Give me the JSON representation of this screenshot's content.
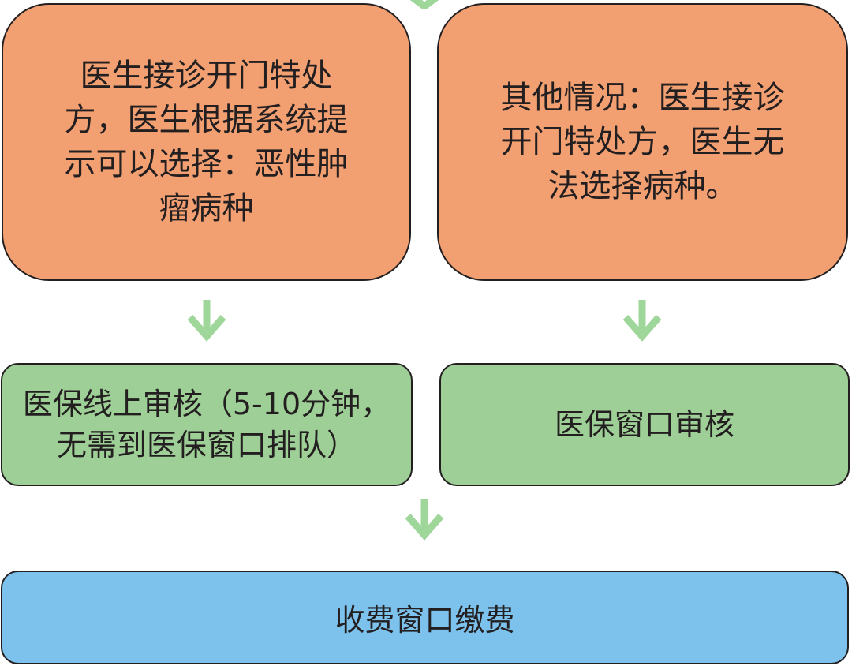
{
  "flow": {
    "top_left": {
      "lines": [
        "医生接诊开门特处",
        "方，医生根据系统提",
        "示可以选择：恶性肿",
        "瘤病种"
      ]
    },
    "top_right": {
      "lines": [
        "其他情况：医生接诊",
        "开门特处方，医生无",
        "法选择病种。"
      ]
    },
    "mid_left": {
      "lines": [
        "医保线上审核（5-10分钟，",
        "无需到医保窗口排队）"
      ]
    },
    "mid_right": {
      "text": "医保窗口审核"
    },
    "bottom": {
      "text": "收费窗口缴费"
    }
  },
  "colors": {
    "orange_box": "#f2a072",
    "green_box": "#9ecf96",
    "blue_box": "#7cc2ec",
    "arrow": "#9fd69a",
    "border": "#231f20"
  },
  "icons": {
    "arrow": "down-arrow-icon"
  }
}
